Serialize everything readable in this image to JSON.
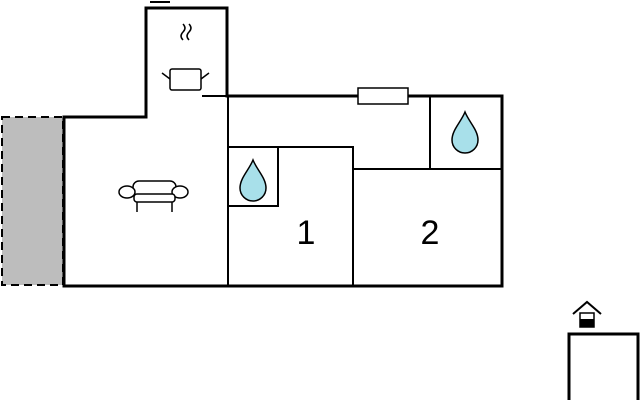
{
  "floorplan": {
    "rooms": [
      {
        "id": "living",
        "label": ""
      },
      {
        "id": "kitchen",
        "label": ""
      },
      {
        "id": "bedroom-1",
        "label": "1"
      },
      {
        "id": "bedroom-2",
        "label": "2"
      },
      {
        "id": "bathroom-1",
        "label": ""
      },
      {
        "id": "bathroom-2",
        "label": ""
      }
    ],
    "icons": [
      "cooking-pot-icon",
      "sofa-icon",
      "water-drop-icon",
      "water-drop-icon",
      "entrance-house-icon"
    ],
    "colors": {
      "wall": "#000000",
      "terrace": "#bdbdbd",
      "water": "#a8e0ea",
      "background": "#ffffff"
    }
  }
}
